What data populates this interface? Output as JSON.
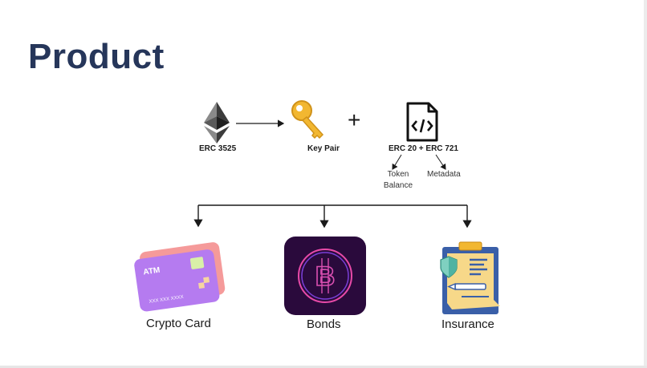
{
  "title": "Product",
  "top_row": {
    "erc3525": "ERC 3525",
    "key_pair": "Key Pair",
    "plus": "+",
    "erc20_721": "ERC 20 + ERC 721",
    "token_balance_line1": "Token",
    "token_balance_line2": "Balance",
    "metadata": "Metadata"
  },
  "products": {
    "crypto_card": "Crypto Card",
    "atm": "ATM",
    "card_number": "XXX XXX XXXX",
    "bonds": "Bonds",
    "insurance": "Insurance"
  },
  "colors": {
    "title": "#26365a",
    "card_purple": "#b57bf0",
    "card_back": "#f59a9a",
    "bonds_bg": "#2a0a3c",
    "key_yellow": "#f2b731",
    "insurance_blue": "#3a5fa8"
  }
}
